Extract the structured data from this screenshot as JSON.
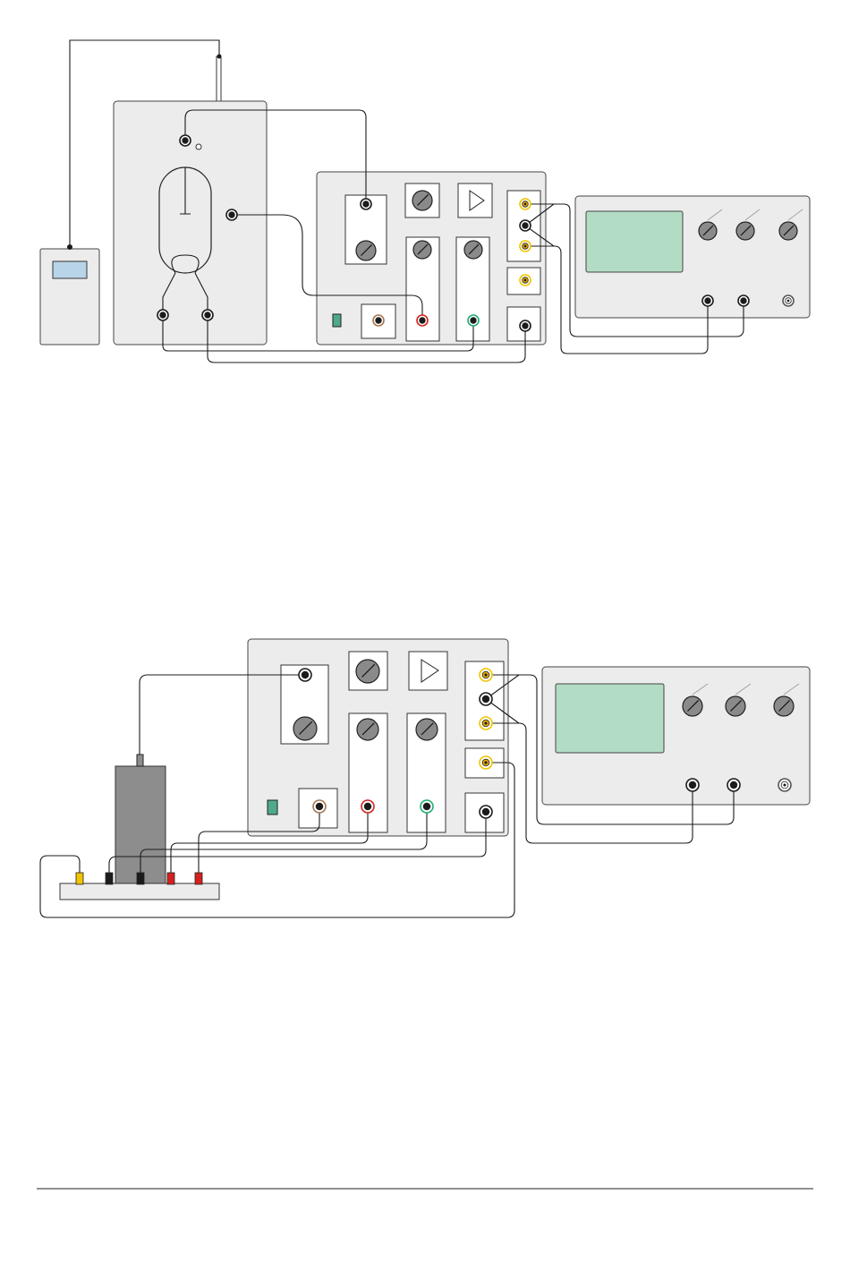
{
  "colors": {
    "panel": "#ececec",
    "screen": "#b3dcc4",
    "knob": "#8a8a8a",
    "socket_black": "#1b1b1b",
    "socket_yellow": "#f0c400",
    "socket_red": "#d62020",
    "socket_green": "#1fae6e",
    "socket_brown": "#a57650",
    "sensor_body": "#8d8d8d",
    "meter_display": "#b8d4e8"
  },
  "figures": [
    {
      "name": "setup-with-tube",
      "components": [
        "multimeter",
        "tube-stand",
        "control-unit",
        "oscilloscope"
      ]
    },
    {
      "name": "setup-with-sensor-box",
      "components": [
        "sensor-box",
        "connector-strip",
        "control-unit",
        "oscilloscope"
      ]
    }
  ],
  "icons": [
    "triangle-amplifier-icon",
    "rotary-knob-icon",
    "socket-icon",
    "screen-icon"
  ],
  "footer": {
    "rule": true
  }
}
